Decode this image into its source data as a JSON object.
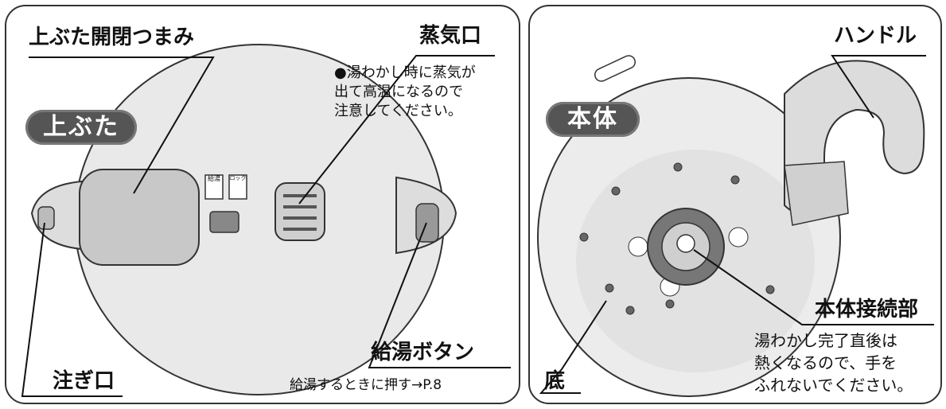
{
  "left_panel": {
    "badge": "上ぶた",
    "lid_knob_label": "上ぶた開閉つまみ",
    "steam_vent_label": "蒸気口",
    "steam_vent_note": [
      "●湯わかし時に蒸気が",
      "出て高温になるので",
      "注意してください。"
    ],
    "spout_label": "注ぎ口",
    "pour_button_label": "給湯ボタン",
    "pour_button_note": "給湯するときに押す→P.8",
    "control_labels": [
      "給湯",
      "ロック"
    ]
  },
  "right_panel": {
    "badge": "本体",
    "handle_label": "ハンドル",
    "connector_label": "本体接続部",
    "connector_note": [
      "湯わかし完了直後は",
      "熱くなるので、手を",
      "ふれないでください。"
    ],
    "bottom_label": "底"
  },
  "colors": {
    "outline": "#333333",
    "shade_light": "#eeeeee",
    "shade_mid": "#cfcfcf",
    "shade_dark": "#777777",
    "badge_bg": "#555555"
  }
}
